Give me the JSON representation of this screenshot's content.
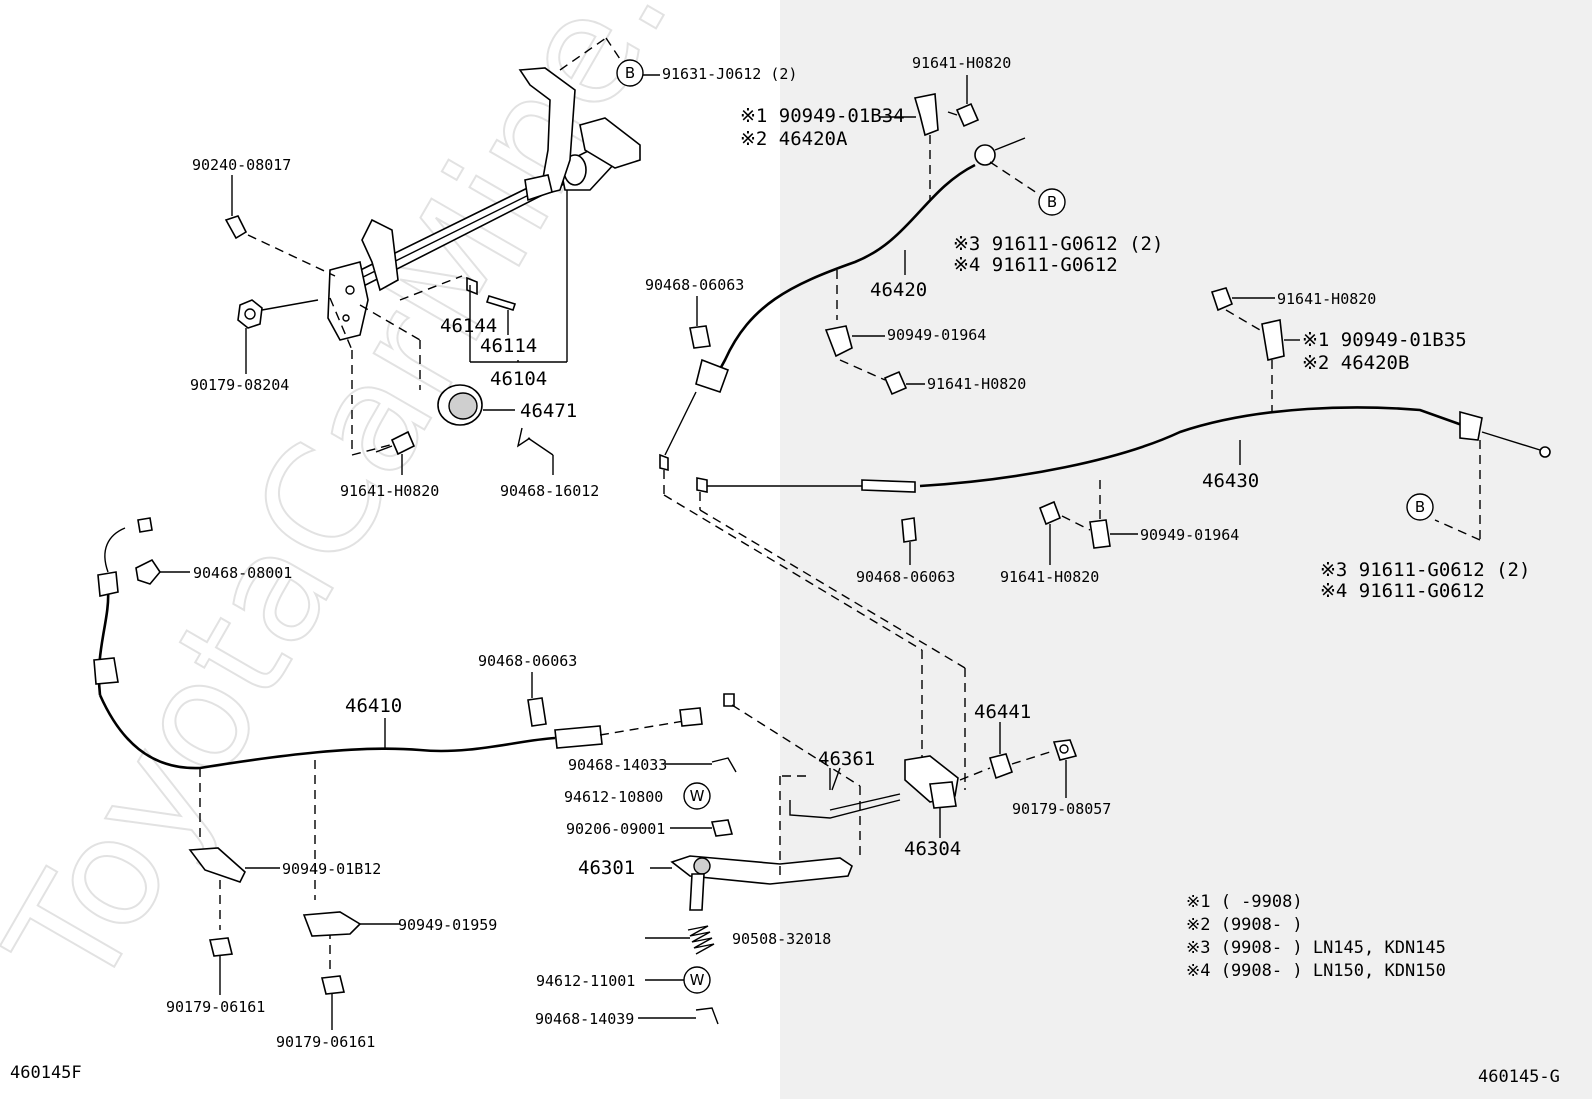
{
  "watermark": "ToyotaCarMine.ru",
  "corner_left": "460145F",
  "corner_right": "460145-G",
  "callouts": {
    "b_top": "B",
    "b_mid": "B",
    "b_right": "B",
    "w1": "W",
    "w2": "W"
  },
  "labels": {
    "p91631": "91631-J0612 (2)",
    "p90240": "90240-08017",
    "p90179_08204": "90179-08204",
    "p46144": "46144",
    "p46114": "46114",
    "p46104": "46104",
    "p46471": "46471",
    "p91641_left": "91641-H0820",
    "p90468_16012": "90468-16012",
    "p91641_top": "91641-H0820",
    "p90949_01B34": "※1 90949-01B34",
    "p46420A": "※2 46420A",
    "p91611_a1": "※3  91611-G0612 (2)",
    "p91611_a2": "※4  91611-G0612",
    "p46420": "46420",
    "p90468_06063_a": "90468-06063",
    "p90949_01964_a": "90949-01964",
    "p91641_mid": "91641-H0820",
    "p91641_right": "91641-H0820",
    "p90949_01B35": "※1 90949-01B35",
    "p46420B": "※2 46420B",
    "p46430": "46430",
    "p90949_01964_b": "90949-01964",
    "p91641_lower": "91641-H0820",
    "p90468_06063_b": "90468-06063",
    "p91611_b1": "※3  91611-G0612 (2)",
    "p91611_b2": "※4  91611-G0612",
    "p90468_08001": "90468-08001",
    "p46410": "46410",
    "p90468_06063_c": "90468-06063",
    "p90468_14033": "90468-14033",
    "p94612_10800": "94612-10800",
    "p90206_09001": "90206-09001",
    "p46361": "46361",
    "p46301": "46301",
    "p46441": "46441",
    "p46304": "46304",
    "p90179_08057": "90179-08057",
    "p90949_01B12": "90949-01B12",
    "p90949_01959": "90949-01959",
    "p90508_32018": "90508-32018",
    "p94612_11001": "94612-11001",
    "p90468_14039": "90468-14039",
    "p90179_06161_a": "90179-06161",
    "p90179_06161_b": "90179-06161"
  },
  "footnotes": [
    "※1 (      -9908)",
    "※2 (9908-      )",
    "※3 (9908-      ) LN145, KDN145",
    "※4 (9908-      ) LN150, KDN150"
  ]
}
